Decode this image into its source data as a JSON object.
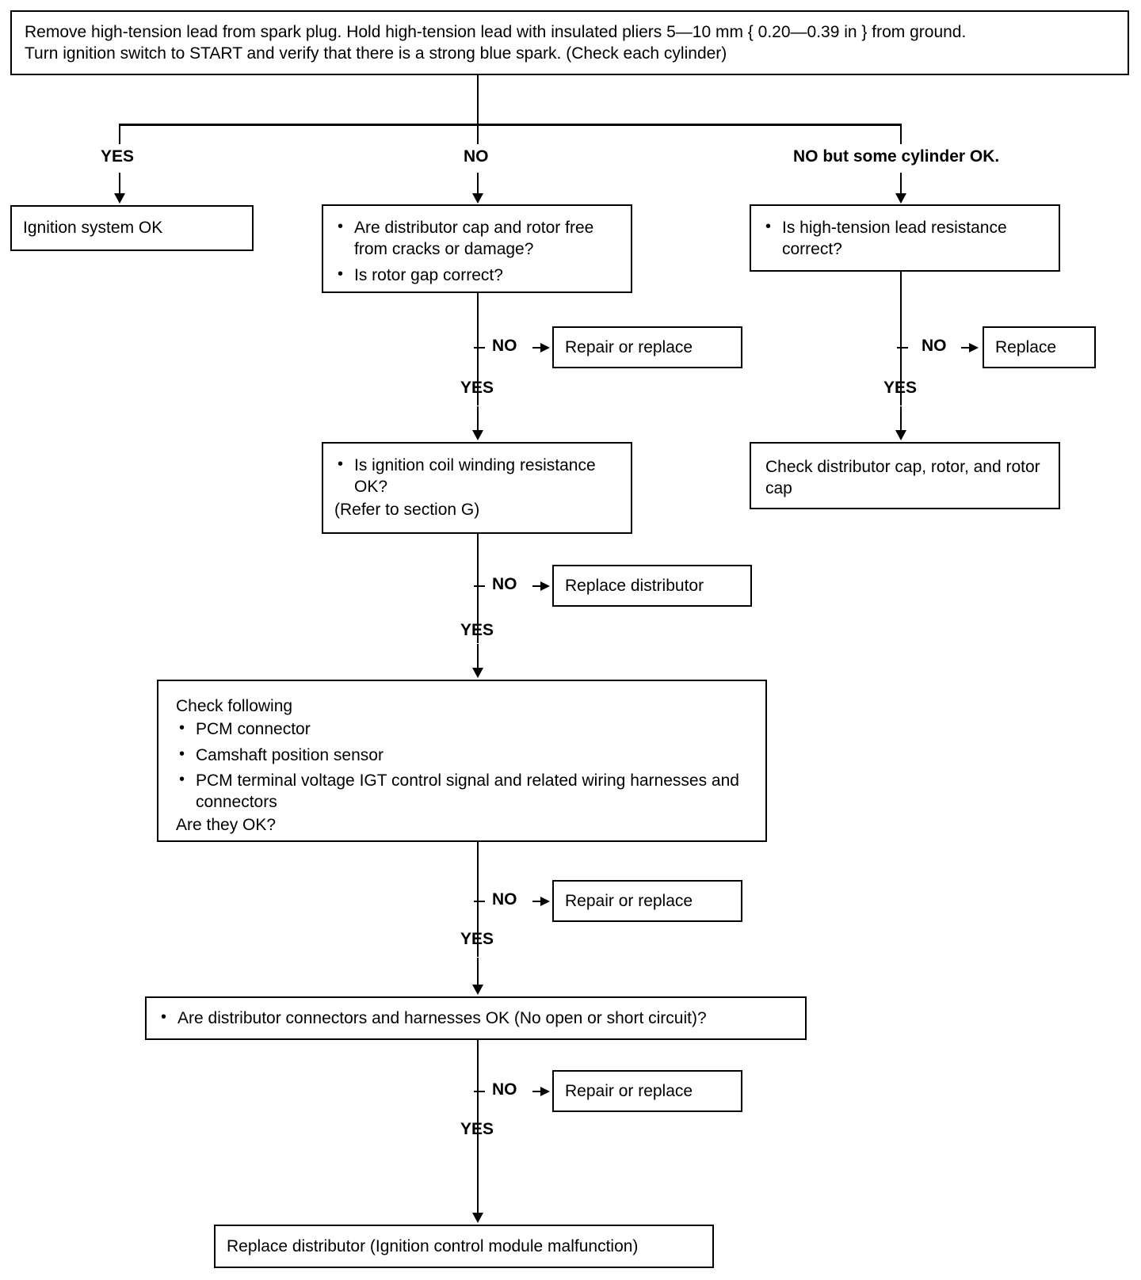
{
  "diagram": {
    "title": "Ignition system troubleshooting flowchart",
    "ink_color": "#000000",
    "background_color": "#ffffff"
  },
  "start_box": {
    "line1": "Remove high-tension lead from spark plug. Hold high-tension lead with insulated pliers 5—10 mm { 0.20—0.39 in } from ground.",
    "line2": "Turn ignition switch to START and verify that there is a strong blue spark. (Check each cylinder)"
  },
  "branch_labels": {
    "yes": "YES",
    "no": "NO",
    "no_some_cylinder": "NO but some cylinder OK."
  },
  "left_branch": {
    "result_box": "Ignition system OK"
  },
  "center_branch": {
    "q1": {
      "bullet1": "Are distributor cap and rotor free from cracks or damage?",
      "bullet2": "Is rotor gap correct?"
    },
    "q1_no_label": "NO",
    "q1_no_box": "Repair or replace",
    "q1_yes_label": "YES",
    "q2": {
      "bullet1": "Is ignition coil winding resistance OK?",
      "note": "(Refer to section G)"
    },
    "q2_no_label": "NO",
    "q2_no_box": "Replace distributor",
    "q2_yes_label": "YES",
    "q3": {
      "heading": "Check following",
      "bullet1": "PCM connector",
      "bullet2": "Camshaft position sensor",
      "bullet3": "PCM terminal voltage IGT control signal and related wiring harnesses and connectors",
      "question": "Are they OK?"
    },
    "q3_no_label": "NO",
    "q3_no_box": "Repair or replace",
    "q3_yes_label": "YES",
    "q4": {
      "bullet1": "Are distributor connectors and harnesses OK (No open or short circuit)?"
    },
    "q4_no_label": "NO",
    "q4_no_box": "Repair or replace",
    "q4_yes_label": "YES",
    "final_box": "Replace distributor (Ignition control module malfunction)"
  },
  "right_branch": {
    "q1": {
      "bullet1": "Is high-tension lead resistance correct?"
    },
    "q1_no_label": "NO",
    "q1_no_box": "Replace",
    "q1_yes_label": "YES",
    "result_box": "Check distributor cap, rotor, and rotor cap"
  }
}
